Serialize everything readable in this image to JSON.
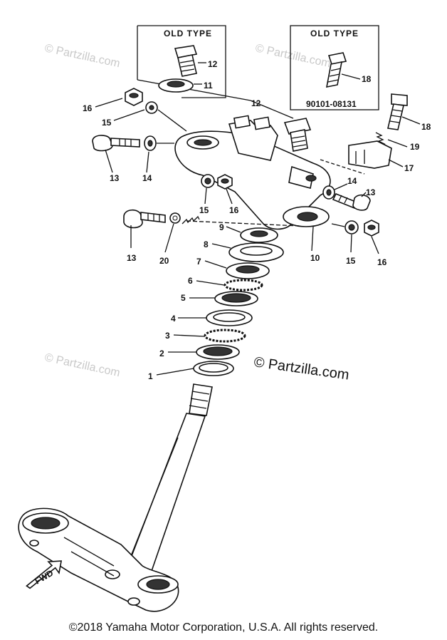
{
  "boxes": {
    "left_title": "OLD TYPE",
    "right_title": "OLD TYPE",
    "right_part_number": "90101-08131"
  },
  "watermarks": {
    "small": "© Partzilla.com",
    "main": "© Partzilla.com"
  },
  "labels": {
    "l12a": "12",
    "l11": "11",
    "l18a": "18",
    "l12b": "12",
    "l16a": "16",
    "l15a": "15",
    "l18b": "18",
    "l19": "19",
    "l17": "17",
    "l13a": "13",
    "l14a": "14",
    "l14b": "14",
    "l13b": "13",
    "l15b": "15",
    "l16b": "16",
    "l9": "9",
    "l8a": "8",
    "l7": "7",
    "l6": "6",
    "l5": "5",
    "l4": "4",
    "l3": "3",
    "l2": "2",
    "l1": "1",
    "l13c": "13",
    "l20": "20",
    "l10": "10",
    "l15c": "15",
    "l16c": "16"
  },
  "fwd_label": "FWD",
  "footer": {
    "copyright": "©2018  Yamaha Motor Corporation, U.S.A. All rights reserved."
  }
}
